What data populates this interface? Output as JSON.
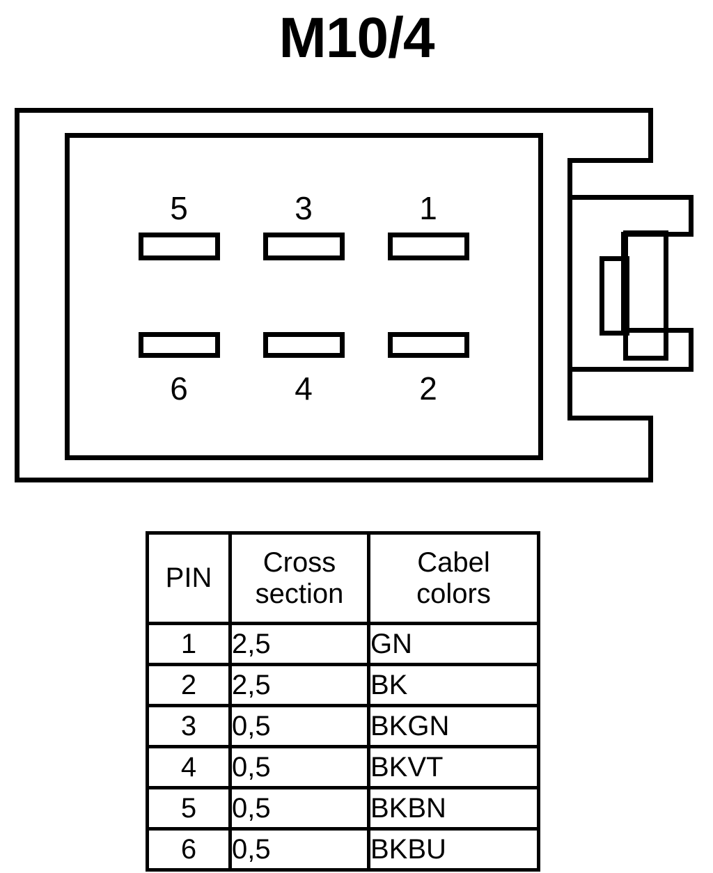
{
  "title": "M10/4",
  "connector": {
    "name": "6-pin rectangular connector housing",
    "pins_top_row": [
      "5",
      "3",
      "1"
    ],
    "pins_bottom_row": [
      "6",
      "4",
      "2"
    ],
    "colors": {
      "line": "#000000",
      "background": "#ffffff"
    }
  },
  "table": {
    "headers": {
      "pin": "PIN",
      "cross_line1": "Cross",
      "cross_line2": "section",
      "color_line1": "Cabel",
      "color_line2": "colors"
    },
    "rows": [
      {
        "pin": "1",
        "cross_section": "2,5",
        "cable_color": "GN"
      },
      {
        "pin": "2",
        "cross_section": "2,5",
        "cable_color": "BK"
      },
      {
        "pin": "3",
        "cross_section": "0,5",
        "cable_color": "BKGN"
      },
      {
        "pin": "4",
        "cross_section": "0,5",
        "cable_color": "BKVT"
      },
      {
        "pin": "5",
        "cross_section": "0,5",
        "cable_color": "BKBN"
      },
      {
        "pin": "6",
        "cross_section": "0,5",
        "cable_color": "BKBU"
      }
    ]
  }
}
